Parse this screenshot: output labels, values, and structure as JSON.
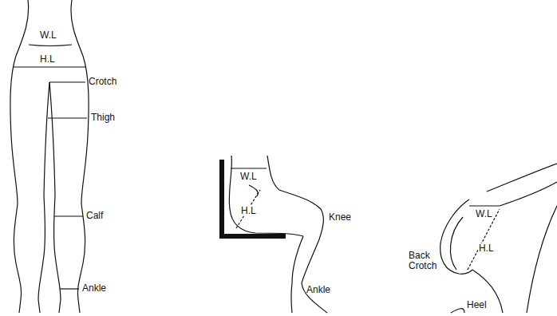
{
  "diagram": {
    "labels": [
      "W.L",
      "H.L",
      "Crotch",
      "Thigh",
      "Calf",
      "Ankle",
      "W.L",
      "H.L",
      "Knee",
      "Ankle",
      "W.L",
      "H.L",
      "Back Crotch",
      "Heel"
    ]
  }
}
